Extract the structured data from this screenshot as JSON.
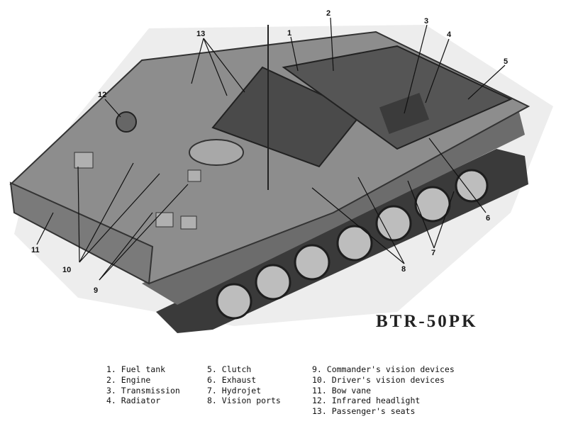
{
  "figure": {
    "title": "BTR-50PK",
    "callouts": [
      "1",
      "2",
      "3",
      "4",
      "5",
      "6",
      "7",
      "8",
      "9",
      "10",
      "11",
      "12",
      "13"
    ]
  },
  "legend": {
    "col1": [
      "1. Fuel tank",
      "2. Engine",
      "3. Transmission",
      "4. Radiator"
    ],
    "col2": [
      "5. Clutch",
      "6. Exhaust",
      "7. Hydrojet",
      "8. Vision ports"
    ],
    "col3": [
      "9. Commander's vision devices",
      "10. Driver's vision devices",
      "11. Bow vane",
      "12. Infrared headlight",
      "13. Passenger's seats"
    ]
  }
}
